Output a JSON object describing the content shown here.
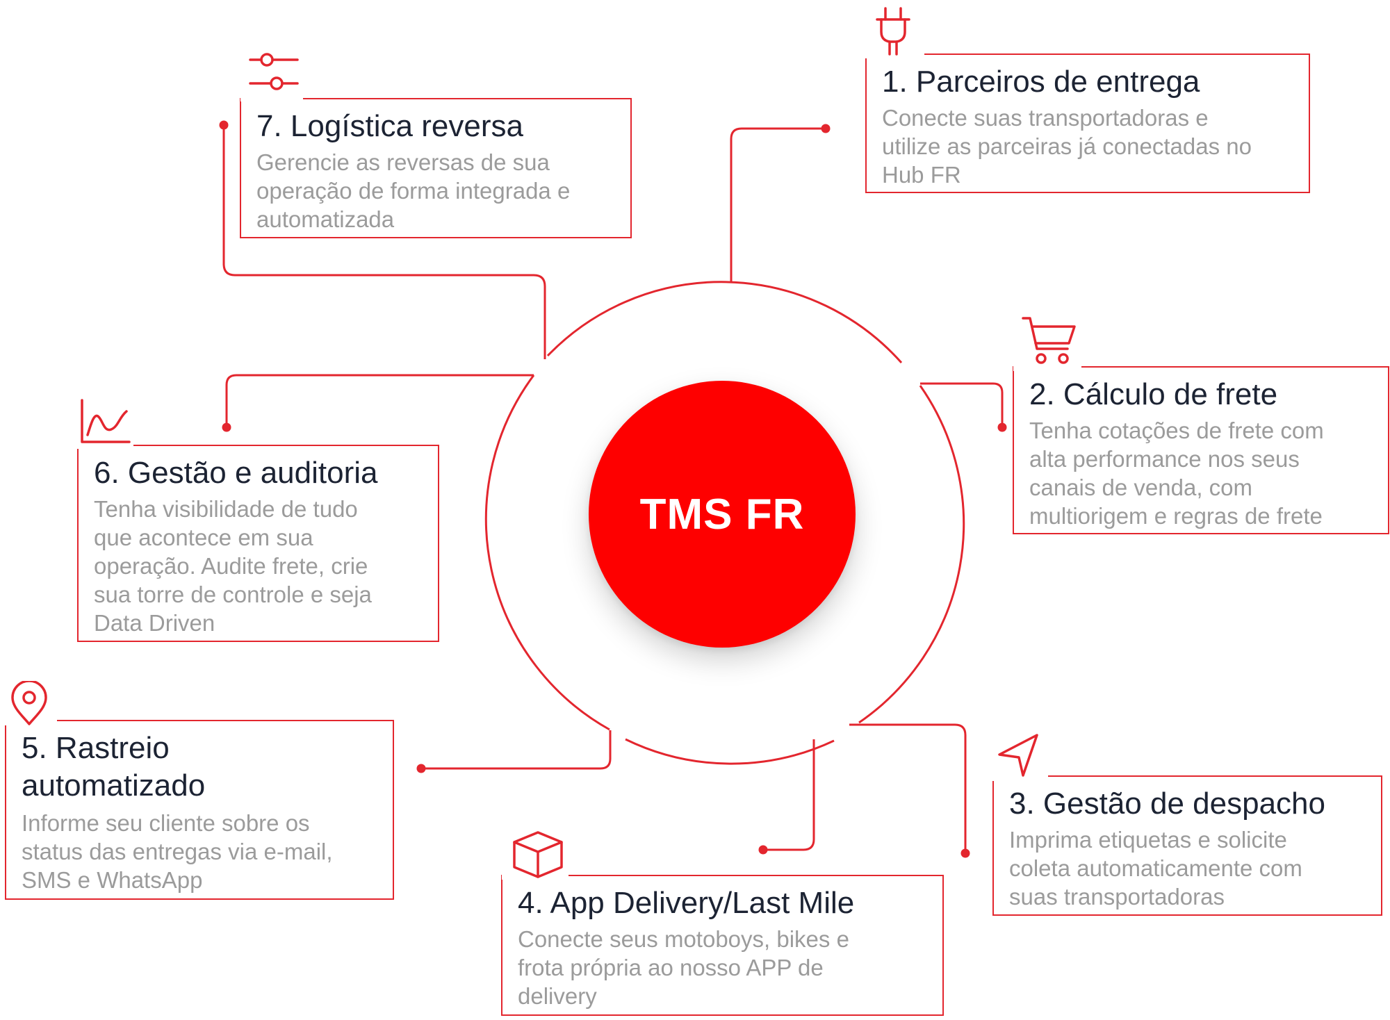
{
  "center": {
    "label": "TMS FR"
  },
  "colors": {
    "accent": "#e3262e",
    "hub_fill": "#fe0000",
    "title_text": "#1c2333",
    "body_text": "#9b9b9b"
  },
  "features": [
    {
      "id": "parceiros",
      "icon": "plug-icon",
      "title": "1. Parceiros de entrega",
      "description": "Conecte suas transportadoras e\nutilize as parceiras já conectadas no\nHub FR"
    },
    {
      "id": "calculo",
      "icon": "shopping-cart-icon",
      "title": "2. Cálculo de frete",
      "description": "Tenha cotações de frete com\nalta performance nos seus\ncanais de venda, com\nmultiorigem e regras de frete"
    },
    {
      "id": "despacho",
      "icon": "navigation-arrow-icon",
      "title": "3. Gestão de despacho",
      "description": "Imprima etiquetas e solicite\ncoleta automaticamente com\nsuas transportadoras"
    },
    {
      "id": "delivery",
      "icon": "box-icon",
      "title": "4. App Delivery/Last Mile",
      "description": "Conecte seus motoboys, bikes e\nfrota própria ao nosso APP de\ndelivery"
    },
    {
      "id": "rastreio",
      "icon": "map-pin-icon",
      "title": "5. Rastreio\nautomatizado",
      "description": "Informe seu cliente sobre os\nstatus das entregas via e-mail,\nSMS e WhatsApp"
    },
    {
      "id": "gestao",
      "icon": "line-chart-icon",
      "title": "6. Gestão e auditoria",
      "description": "Tenha visibilidade de tudo\nque acontece em sua\noperação. Audite frete, crie\nsua torre de controle e seja\nData Driven"
    },
    {
      "id": "reversa",
      "icon": "sliders-icon",
      "title": "7. Logística reversa",
      "description": "Gerencie as reversas de sua\noperação de forma integrada e\nautomatizada"
    }
  ]
}
